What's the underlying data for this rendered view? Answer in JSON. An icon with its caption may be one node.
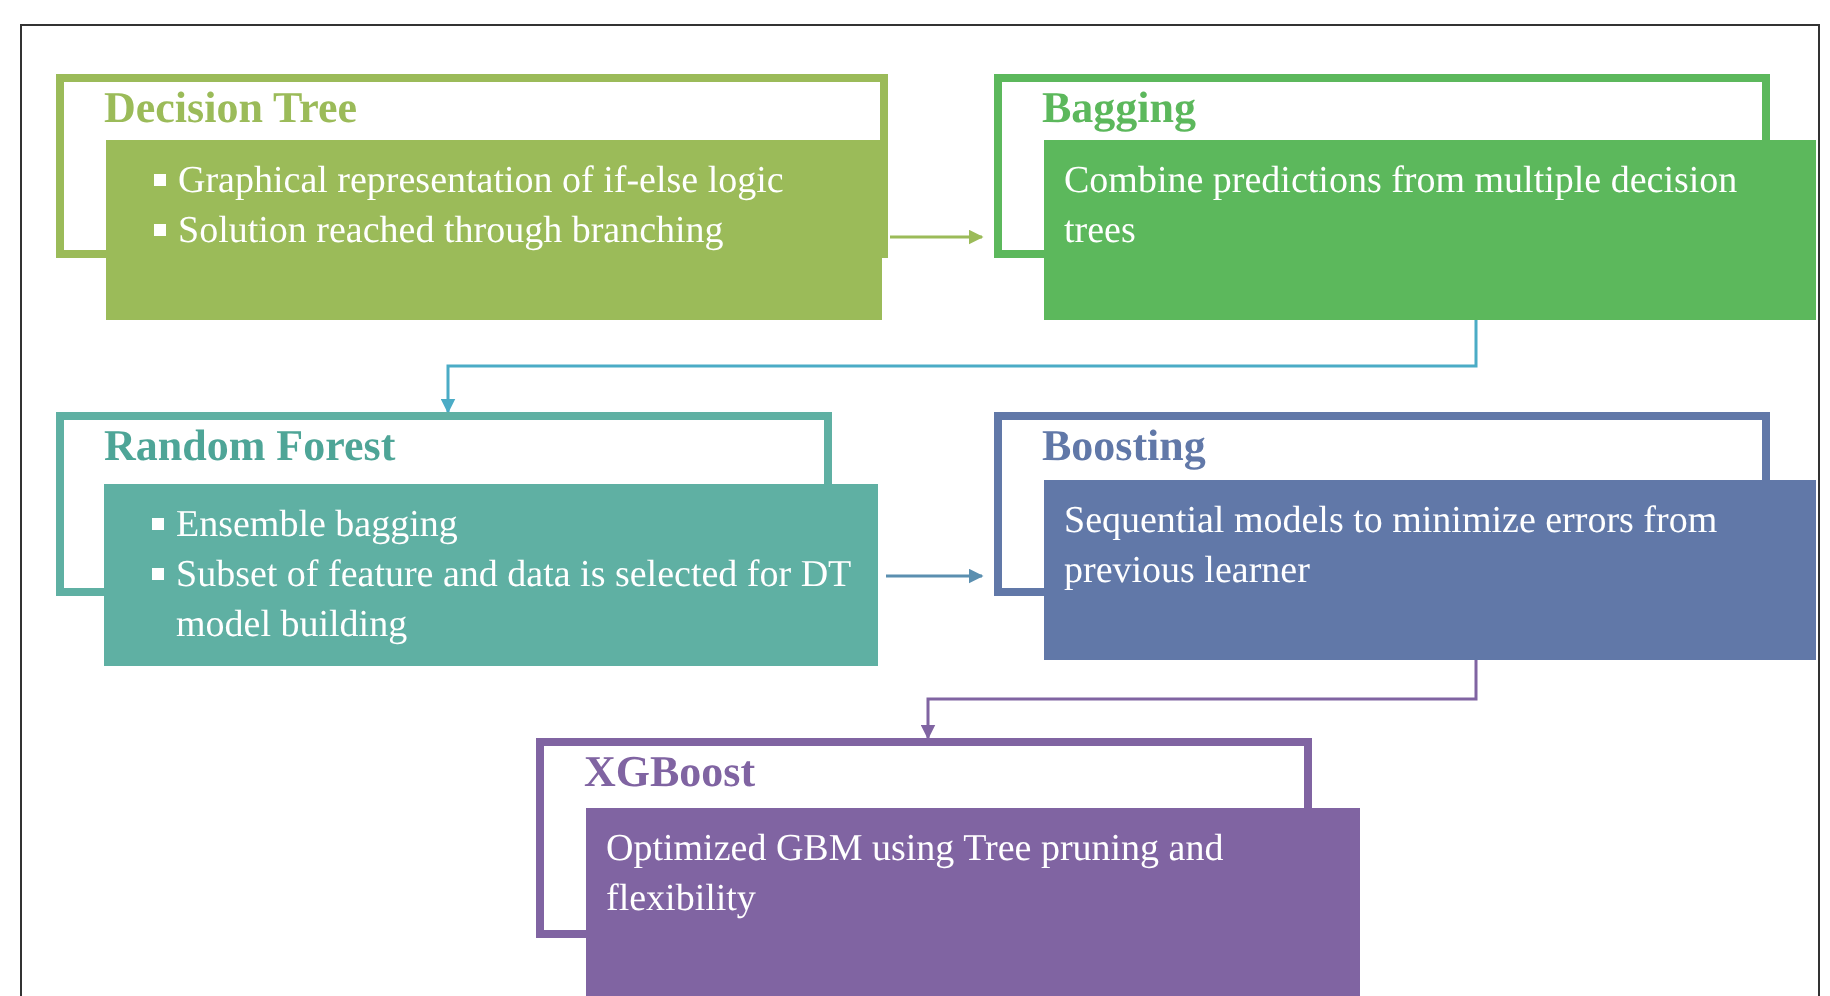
{
  "diagram": {
    "nodes": [
      {
        "text": [
          "Decision Tree",
          "Graphical representation of if-else logic",
          "Solution reached through branching"
        ]
      },
      {
        "text": [
          "Bagging",
          "Combine predictions from multiple decision trees"
        ]
      },
      {
        "text": [
          "Random Forest",
          "Ensemble bagging",
          "Subset of feature and data is selected for DT model building"
        ]
      },
      {
        "text": [
          "Boosting",
          "Sequential models to minimize errors from previous learner"
        ]
      },
      {
        "text": [
          "XGBoost",
          "Optimized GBM using Tree pruning and flexibility"
        ]
      }
    ],
    "edges": [
      {
        "from": 0,
        "to": 1,
        "arrow": "to",
        "color": "#9bbb59"
      },
      {
        "from": 1,
        "to": 2,
        "arrow": "to",
        "color": "#4bacc6"
      },
      {
        "from": 2,
        "to": 3,
        "arrow": "to",
        "color": "#5b8fb0"
      },
      {
        "from": 3,
        "to": 4,
        "arrow": "to",
        "color": "#8064a2"
      }
    ]
  }
}
